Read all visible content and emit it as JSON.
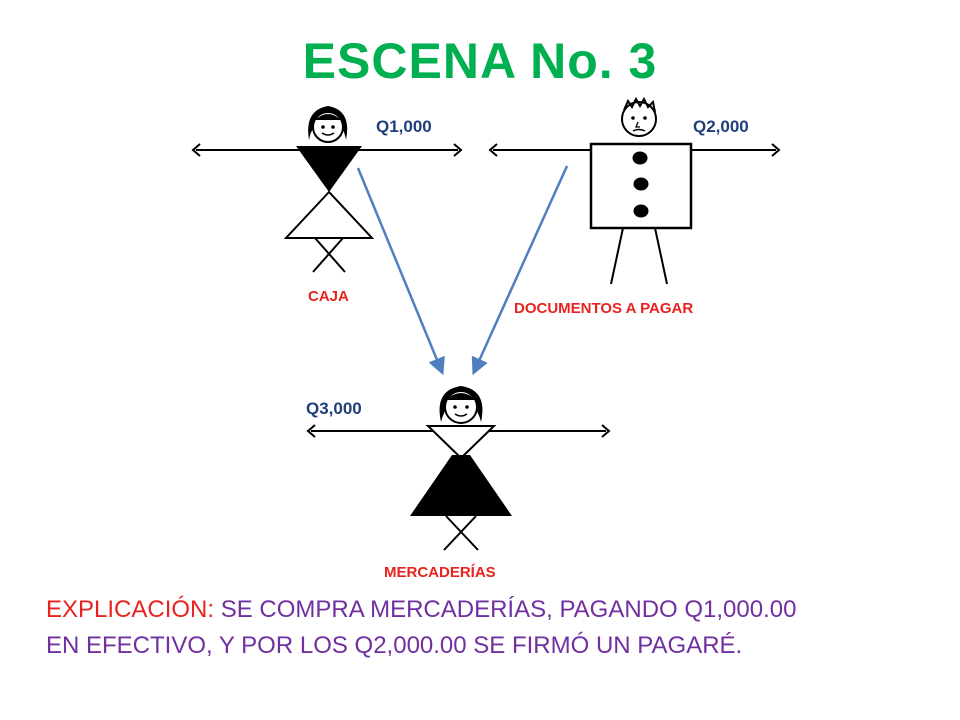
{
  "title": "ESCENA No. 3",
  "figures": {
    "caja": {
      "amount": "Q1,000",
      "account": "CAJA"
    },
    "documentos": {
      "amount": "Q2,000",
      "account": "DOCUMENTOS A PAGAR"
    },
    "mercaderias": {
      "amount": "Q3,000",
      "account": "MERCADERÍAS"
    }
  },
  "explanation": {
    "lead": "EXPLICACIÓN:",
    "line1": " SE COMPRA MERCADERÍAS, PAGANDO Q1,000.00",
    "line2": "EN EFECTIVO, Y POR LOS Q2,000.00 SE FIRMÓ UN PAGARÉ."
  },
  "colors": {
    "title": "#00b050",
    "amount": "#1f3f7a",
    "account": "#e8231e",
    "explanation": "#7030a0",
    "arrow": "#4f7fc0"
  }
}
